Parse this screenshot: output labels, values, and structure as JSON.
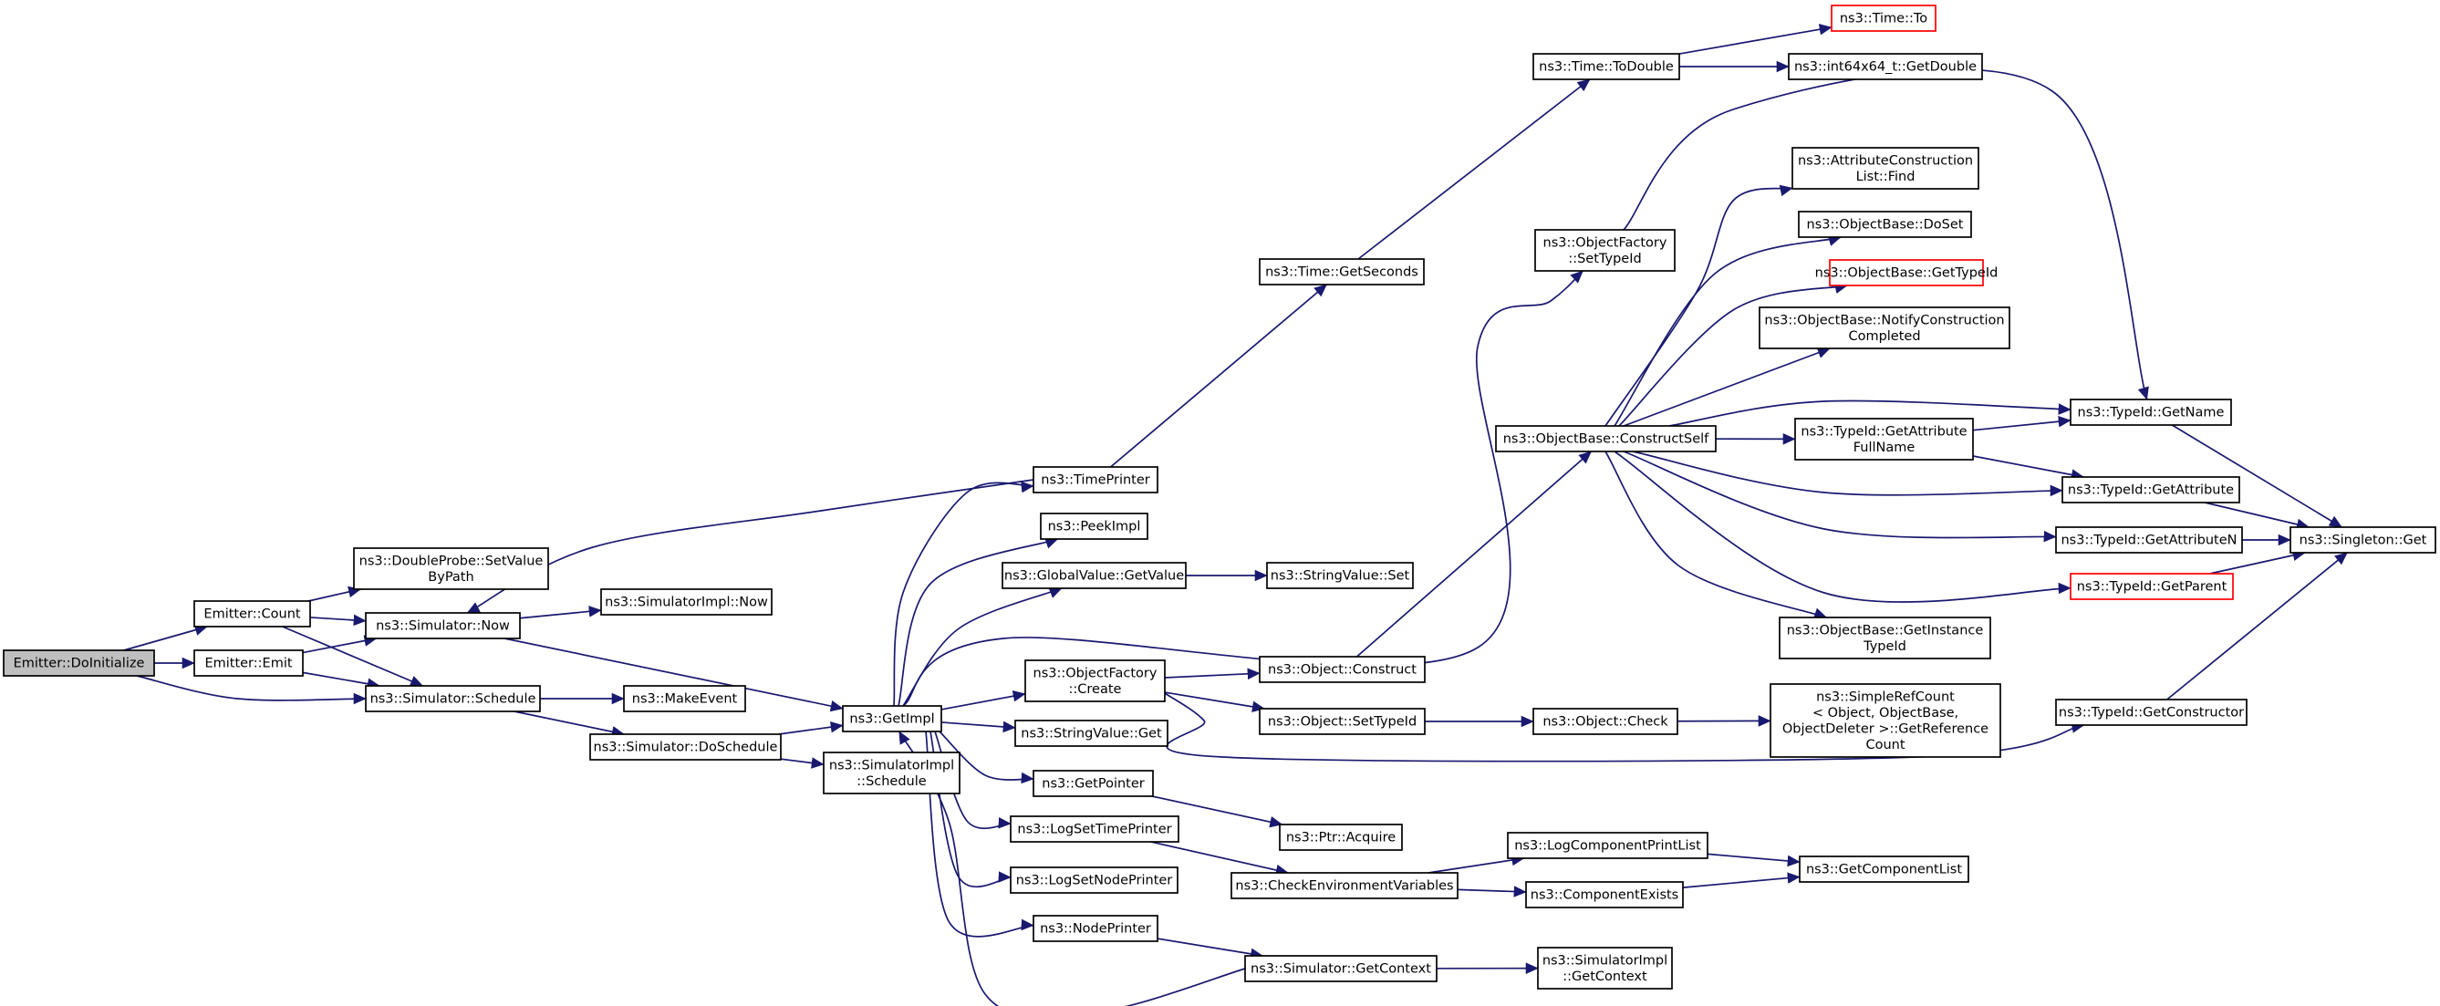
{
  "colors": {
    "edge": "#191970",
    "node_border": "#000000",
    "highlight_border": "#ff0000",
    "root_fill": "#bfbfbf"
  },
  "nodes": [
    {
      "id": "n0",
      "lines": [
        "Emitter::DoInitialize"
      ],
      "style": "root"
    },
    {
      "id": "n1",
      "lines": [
        "Emitter::Count"
      ]
    },
    {
      "id": "n2",
      "lines": [
        "Emitter::Emit"
      ]
    },
    {
      "id": "n3",
      "lines": [
        "ns3::Simulator::Now"
      ]
    },
    {
      "id": "n4",
      "lines": [
        "ns3::Simulator::Schedule"
      ]
    },
    {
      "id": "n5",
      "lines": [
        "ns3::DoubleProbe::SetValue",
        "ByPath"
      ]
    },
    {
      "id": "n6",
      "lines": [
        "ns3::SimulatorImpl::Now"
      ]
    },
    {
      "id": "n7",
      "lines": [
        "ns3::MakeEvent"
      ]
    },
    {
      "id": "n8",
      "lines": [
        "ns3::Simulator::DoSchedule"
      ]
    },
    {
      "id": "n9",
      "lines": [
        "ns3::GetImpl"
      ]
    },
    {
      "id": "n10",
      "lines": [
        "ns3::SimulatorImpl",
        "::Schedule"
      ]
    },
    {
      "id": "n11",
      "lines": [
        "ns3::TimePrinter"
      ]
    },
    {
      "id": "n12",
      "lines": [
        "ns3::PeekImpl"
      ]
    },
    {
      "id": "n13",
      "lines": [
        "ns3::GlobalValue::GetValue"
      ]
    },
    {
      "id": "n14",
      "lines": [
        "ns3::ObjectFactory",
        "::Create"
      ]
    },
    {
      "id": "n15",
      "lines": [
        "ns3::StringValue::Get"
      ]
    },
    {
      "id": "n16",
      "lines": [
        "ns3::GetPointer"
      ]
    },
    {
      "id": "n17",
      "lines": [
        "ns3::LogSetTimePrinter"
      ]
    },
    {
      "id": "n18",
      "lines": [
        "ns3::LogSetNodePrinter"
      ]
    },
    {
      "id": "n19",
      "lines": [
        "ns3::NodePrinter"
      ]
    },
    {
      "id": "n20",
      "lines": [
        "ns3::Time::GetSeconds"
      ]
    },
    {
      "id": "n21",
      "lines": [
        "ns3::StringValue::Set"
      ]
    },
    {
      "id": "n22",
      "lines": [
        "ns3::Object::Construct"
      ]
    },
    {
      "id": "n23",
      "lines": [
        "ns3::Object::SetTypeId"
      ]
    },
    {
      "id": "n24",
      "lines": [
        "ns3::Ptr::Acquire"
      ]
    },
    {
      "id": "n25",
      "lines": [
        "ns3::CheckEnvironmentVariables"
      ]
    },
    {
      "id": "n26",
      "lines": [
        "ns3::Simulator::GetContext"
      ]
    },
    {
      "id": "n27",
      "lines": [
        "ns3::Time::ToDouble"
      ]
    },
    {
      "id": "n28",
      "lines": [
        "ns3::ObjectFactory",
        "::SetTypeId"
      ]
    },
    {
      "id": "n29",
      "lines": [
        "ns3::ObjectBase::ConstructSelf"
      ]
    },
    {
      "id": "n30",
      "lines": [
        "ns3::Object::Check"
      ]
    },
    {
      "id": "n31",
      "lines": [
        "ns3::LogComponentPrintList"
      ]
    },
    {
      "id": "n32",
      "lines": [
        "ns3::ComponentExists"
      ]
    },
    {
      "id": "n33",
      "lines": [
        "ns3::SimulatorImpl",
        "::GetContext"
      ]
    },
    {
      "id": "n34",
      "lines": [
        "ns3::Time::To"
      ],
      "style": "red"
    },
    {
      "id": "n35",
      "lines": [
        "ns3::int64x64_t::GetDouble"
      ]
    },
    {
      "id": "n36",
      "lines": [
        "ns3::AttributeConstruction",
        "List::Find"
      ]
    },
    {
      "id": "n37",
      "lines": [
        "ns3::ObjectBase::DoSet"
      ]
    },
    {
      "id": "n38",
      "lines": [
        "ns3::ObjectBase::GetTypeId"
      ],
      "style": "red"
    },
    {
      "id": "n39",
      "lines": [
        "ns3::ObjectBase::NotifyConstruction",
        "Completed"
      ]
    },
    {
      "id": "n40",
      "lines": [
        "ns3::TypeId::GetAttribute",
        "FullName"
      ]
    },
    {
      "id": "n41",
      "lines": [
        "ns3::ObjectBase::GetInstance",
        "TypeId"
      ]
    },
    {
      "id": "n42",
      "lines": [
        "ns3::SimpleRefCount",
        "< Object, ObjectBase,",
        "ObjectDeleter >::GetReference",
        "Count"
      ]
    },
    {
      "id": "n43",
      "lines": [
        "ns3::GetComponentList"
      ]
    },
    {
      "id": "n44",
      "lines": [
        "ns3::TypeId::GetName"
      ]
    },
    {
      "id": "n45",
      "lines": [
        "ns3::TypeId::GetAttribute"
      ]
    },
    {
      "id": "n46",
      "lines": [
        "ns3::TypeId::GetAttributeN"
      ]
    },
    {
      "id": "n47",
      "lines": [
        "ns3::TypeId::GetParent"
      ],
      "style": "red"
    },
    {
      "id": "n48",
      "lines": [
        "ns3::TypeId::GetConstructor"
      ]
    },
    {
      "id": "n49",
      "lines": [
        "ns3::Singleton::Get"
      ]
    }
  ],
  "edges": [
    [
      "n0",
      "n1"
    ],
    [
      "n0",
      "n2"
    ],
    [
      "n0",
      "n4"
    ],
    [
      "n1",
      "n5"
    ],
    [
      "n1",
      "n3"
    ],
    [
      "n1",
      "n4"
    ],
    [
      "n2",
      "n3"
    ],
    [
      "n2",
      "n4"
    ],
    [
      "n3",
      "n6"
    ],
    [
      "n3",
      "n9"
    ],
    [
      "n4",
      "n7"
    ],
    [
      "n4",
      "n8"
    ],
    [
      "n8",
      "n9"
    ],
    [
      "n8",
      "n10"
    ],
    [
      "n9",
      "n11"
    ],
    [
      "n9",
      "n12"
    ],
    [
      "n9",
      "n13"
    ],
    [
      "n9",
      "n14"
    ],
    [
      "n9",
      "n15"
    ],
    [
      "n9",
      "n16"
    ],
    [
      "n9",
      "n17"
    ],
    [
      "n9",
      "n18"
    ],
    [
      "n9",
      "n19"
    ],
    [
      "n9",
      "n28"
    ],
    [
      "n11",
      "n3"
    ],
    [
      "n11",
      "n20"
    ],
    [
      "n13",
      "n21"
    ],
    [
      "n14",
      "n22"
    ],
    [
      "n14",
      "n23"
    ],
    [
      "n14",
      "n48"
    ],
    [
      "n16",
      "n24"
    ],
    [
      "n17",
      "n25"
    ],
    [
      "n19",
      "n26"
    ],
    [
      "n20",
      "n27"
    ],
    [
      "n22",
      "n29"
    ],
    [
      "n23",
      "n30"
    ],
    [
      "n25",
      "n31"
    ],
    [
      "n25",
      "n32"
    ],
    [
      "n26",
      "n33"
    ],
    [
      "n26",
      "n9"
    ],
    [
      "n27",
      "n34"
    ],
    [
      "n27",
      "n35"
    ],
    [
      "n28",
      "n44"
    ],
    [
      "n29",
      "n36"
    ],
    [
      "n29",
      "n37"
    ],
    [
      "n29",
      "n38"
    ],
    [
      "n29",
      "n39"
    ],
    [
      "n29",
      "n44"
    ],
    [
      "n29",
      "n40"
    ],
    [
      "n29",
      "n45"
    ],
    [
      "n29",
      "n46"
    ],
    [
      "n29",
      "n47"
    ],
    [
      "n29",
      "n41"
    ],
    [
      "n30",
      "n42"
    ],
    [
      "n31",
      "n43"
    ],
    [
      "n32",
      "n43"
    ],
    [
      "n40",
      "n44"
    ],
    [
      "n40",
      "n45"
    ],
    [
      "n44",
      "n49"
    ],
    [
      "n45",
      "n49"
    ],
    [
      "n46",
      "n49"
    ],
    [
      "n47",
      "n49"
    ],
    [
      "n48",
      "n49"
    ]
  ]
}
